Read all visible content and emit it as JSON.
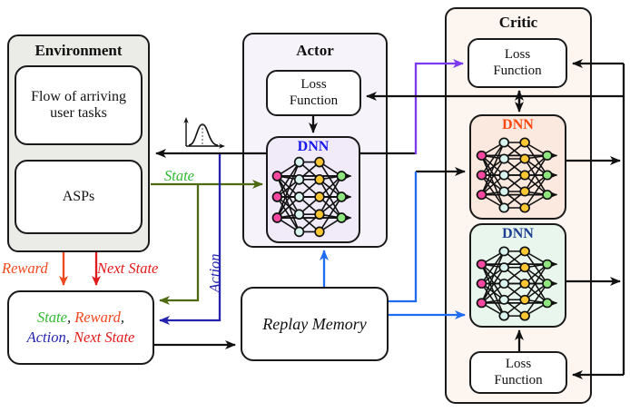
{
  "environment": {
    "title": "Environment",
    "flow_box": "Flow of arriving user tasks",
    "asps_box": "ASPs"
  },
  "actor": {
    "title": "Actor",
    "loss_function": "Loss Function",
    "dnn": "DNN"
  },
  "critic": {
    "title": "Critic",
    "loss_function_top": "Loss Function",
    "dnn_top": "DNN",
    "dnn_bottom": "DNN",
    "loss_function_bottom": "Loss Function"
  },
  "replay_memory": {
    "label": "Replay Memory"
  },
  "experience_box": {
    "state": "State",
    "sep1": ", ",
    "reward": "Reward",
    "sep2": ",",
    "action": "Action",
    "sep3": ", ",
    "next_state": "Next State"
  },
  "edge_labels": {
    "state": "State",
    "action": "Action",
    "reward": "Reward",
    "next_state": "Next State"
  },
  "icons": {
    "gaussian_icon": "gaussian-distribution-icon",
    "neural_network_icon": "neural-network-icon"
  },
  "colors": {
    "line_black": "#111111",
    "state_label_green": "#2fba2f",
    "state_line_olive": "#4e6b14",
    "reward_orange": "#f0481f",
    "next_state_red": "#e21a1a",
    "action_navy": "#2323b0",
    "replay_blue": "#1f6bf2",
    "actor_to_critic_purple": "#7a3bf0",
    "actor_dnn_label": "#1616ee",
    "critic_dnn_top_label": "#fb470f",
    "critic_dnn_bottom_label": "#1d3f91",
    "environment_bg": "#ebebe7",
    "actor_bg": "#f6f3fb",
    "actor_dnn_bg": "#f1ebf9",
    "critic_bg": "#fdf5ef",
    "critic_dnn_top_bg": "#fbe8de",
    "critic_dnn_bottom_bg": "#e9f6ed"
  }
}
